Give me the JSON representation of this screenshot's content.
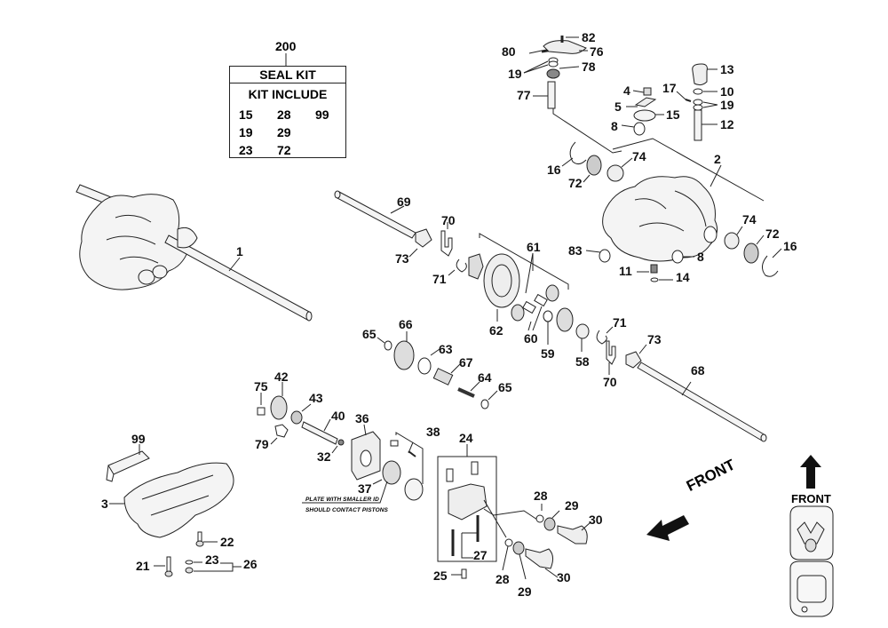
{
  "diagram": {
    "type": "exploded parts diagram",
    "subject": "transaxle / transmission assembly"
  },
  "seal_kit": {
    "callout": "200",
    "title": "SEAL KIT",
    "subtitle": "KIT INCLUDE",
    "items": [
      "15",
      "28",
      "99",
      "19",
      "29",
      "",
      "23",
      "72",
      ""
    ]
  },
  "note": {
    "line1": "PLATE WITH SMALLER ID",
    "line2": "SHOULD CONTACT PISTONS"
  },
  "orientation": {
    "front_arrow_label": "FRONT",
    "front_vehicle_label": "FRONT"
  },
  "callouts": [
    {
      "id": "c80",
      "text": "80"
    },
    {
      "id": "c82",
      "text": "82"
    },
    {
      "id": "c76",
      "text": "76"
    },
    {
      "id": "c19a",
      "text": "19"
    },
    {
      "id": "c78",
      "text": "78"
    },
    {
      "id": "c77",
      "text": "77"
    },
    {
      "id": "c13",
      "text": "13"
    },
    {
      "id": "c4",
      "text": "4"
    },
    {
      "id": "c17",
      "text": "17"
    },
    {
      "id": "c10",
      "text": "10"
    },
    {
      "id": "c5",
      "text": "5"
    },
    {
      "id": "c15",
      "text": "15"
    },
    {
      "id": "c19b",
      "text": "19"
    },
    {
      "id": "c8a",
      "text": "8"
    },
    {
      "id": "c12",
      "text": "12"
    },
    {
      "id": "c16a",
      "text": "16"
    },
    {
      "id": "c74a",
      "text": "74"
    },
    {
      "id": "c2",
      "text": "2"
    },
    {
      "id": "c72a",
      "text": "72"
    },
    {
      "id": "c69",
      "text": "69"
    },
    {
      "id": "c70a",
      "text": "70"
    },
    {
      "id": "c61",
      "text": "61"
    },
    {
      "id": "c74b",
      "text": "74"
    },
    {
      "id": "c72b",
      "text": "72"
    },
    {
      "id": "c16b",
      "text": "16"
    },
    {
      "id": "c83",
      "text": "83"
    },
    {
      "id": "c8b",
      "text": "8"
    },
    {
      "id": "c11",
      "text": "11"
    },
    {
      "id": "c14",
      "text": "14"
    },
    {
      "id": "c73a",
      "text": "73"
    },
    {
      "id": "c71a",
      "text": "71"
    },
    {
      "id": "c1",
      "text": "1"
    },
    {
      "id": "c62",
      "text": "62"
    },
    {
      "id": "c60",
      "text": "60"
    },
    {
      "id": "c59",
      "text": "59"
    },
    {
      "id": "c71b",
      "text": "71"
    },
    {
      "id": "c73b",
      "text": "73"
    },
    {
      "id": "c58",
      "text": "58"
    },
    {
      "id": "c70b",
      "text": "70"
    },
    {
      "id": "c65a",
      "text": "65"
    },
    {
      "id": "c66",
      "text": "66"
    },
    {
      "id": "c63",
      "text": "63"
    },
    {
      "id": "c67",
      "text": "67"
    },
    {
      "id": "c64",
      "text": "64"
    },
    {
      "id": "c65b",
      "text": "65"
    },
    {
      "id": "c68",
      "text": "68"
    },
    {
      "id": "c75",
      "text": "75"
    },
    {
      "id": "c42",
      "text": "42"
    },
    {
      "id": "c43",
      "text": "43"
    },
    {
      "id": "c40",
      "text": "40"
    },
    {
      "id": "c36",
      "text": "36"
    },
    {
      "id": "c38",
      "text": "38"
    },
    {
      "id": "c79",
      "text": "79"
    },
    {
      "id": "c32",
      "text": "32"
    },
    {
      "id": "c24",
      "text": "24"
    },
    {
      "id": "c99",
      "text": "99"
    },
    {
      "id": "c37",
      "text": "37"
    },
    {
      "id": "c3",
      "text": "3"
    },
    {
      "id": "c28a",
      "text": "28"
    },
    {
      "id": "c29a",
      "text": "29"
    },
    {
      "id": "c30a",
      "text": "30"
    },
    {
      "id": "c22",
      "text": "22"
    },
    {
      "id": "c27",
      "text": "27"
    },
    {
      "id": "c21",
      "text": "21"
    },
    {
      "id": "c23",
      "text": "23"
    },
    {
      "id": "c26",
      "text": "26"
    },
    {
      "id": "c25",
      "text": "25"
    },
    {
      "id": "c28b",
      "text": "28"
    },
    {
      "id": "c29b",
      "text": "29"
    },
    {
      "id": "c30b",
      "text": "30"
    }
  ]
}
